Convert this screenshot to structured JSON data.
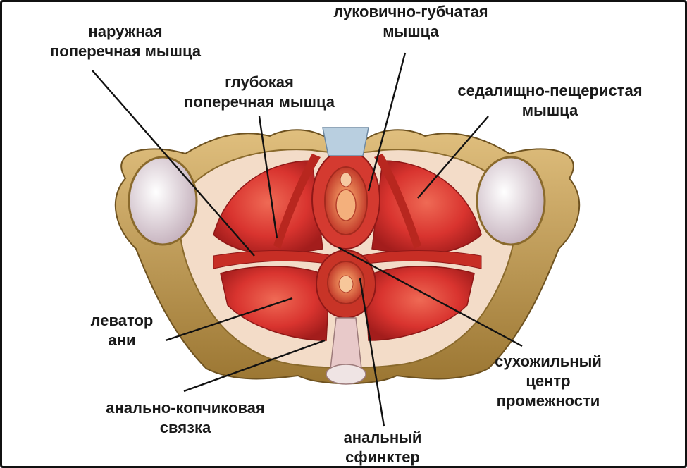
{
  "colors": {
    "bone": "#c9a35e",
    "bone_dark": "#8a6a2c",
    "muscle": "#d9342f",
    "muscle_dark": "#a31d1c",
    "muscle_light": "#ef6a55",
    "cartilage": "#e8dede",
    "leader": "#111111",
    "text": "#1a1a1a"
  },
  "labels": {
    "ext_transverse": {
      "l1": "наружная",
      "l2": "поперечная мышца"
    },
    "bulbospongiosus": {
      "l1": "луковично-губчатая",
      "l2": "мышца"
    },
    "deep_transverse": {
      "l1": "глубокая",
      "l2": "поперечная мышца"
    },
    "ischiocavernosus": {
      "l1": "седалищно-пещеристая",
      "l2": "мышца"
    },
    "levator_ani": {
      "l1": "леватор",
      "l2": "ани"
    },
    "perineal_center": {
      "l1": "сухожильный",
      "l2": "центр",
      "l3": "промежности"
    },
    "anococcygeal": {
      "l1": "анально-копчиковая",
      "l2": "связка"
    },
    "anal_sphincter": {
      "l1": "анальный",
      "l2": "сфинктер"
    }
  }
}
